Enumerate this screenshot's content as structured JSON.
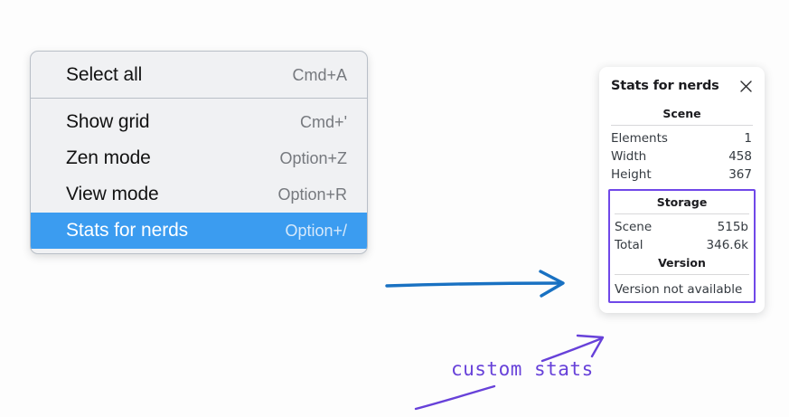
{
  "colors": {
    "menu_background": "#f0f1f3",
    "menu_border": "#b9bfc7",
    "selection_blue": "#3b9cf0",
    "annotation_blue": "#1971c2",
    "annotation_purple": "#6741d9",
    "highlight_purple": "#7048e8",
    "panel_background": "#ffffff",
    "canvas_background": "#fdfdfd"
  },
  "context_menu": {
    "groups": [
      {
        "items": [
          {
            "label": "Select all",
            "shortcut": "Cmd+A",
            "selected": false
          }
        ]
      },
      {
        "items": [
          {
            "label": "Show grid",
            "shortcut": "Cmd+'",
            "selected": false
          },
          {
            "label": "Zen mode",
            "shortcut": "Option+Z",
            "selected": false
          },
          {
            "label": "View mode",
            "shortcut": "Option+R",
            "selected": false
          },
          {
            "label": "Stats for nerds",
            "shortcut": "Option+/",
            "selected": true
          }
        ]
      }
    ]
  },
  "stats_panel": {
    "title": "Stats for nerds",
    "close_icon": "close-icon",
    "scene_section": {
      "heading": "Scene",
      "rows": [
        {
          "key": "Elements",
          "value": "1"
        },
        {
          "key": "Width",
          "value": "458"
        },
        {
          "key": "Height",
          "value": "367"
        }
      ]
    },
    "storage_section": {
      "heading": "Storage",
      "rows": [
        {
          "key": "Scene",
          "value": "515b"
        },
        {
          "key": "Total",
          "value": "346.6k"
        }
      ]
    },
    "version_section": {
      "heading": "Version",
      "note": "Version not available"
    }
  },
  "annotations": {
    "handwritten_label": "custom stats"
  }
}
